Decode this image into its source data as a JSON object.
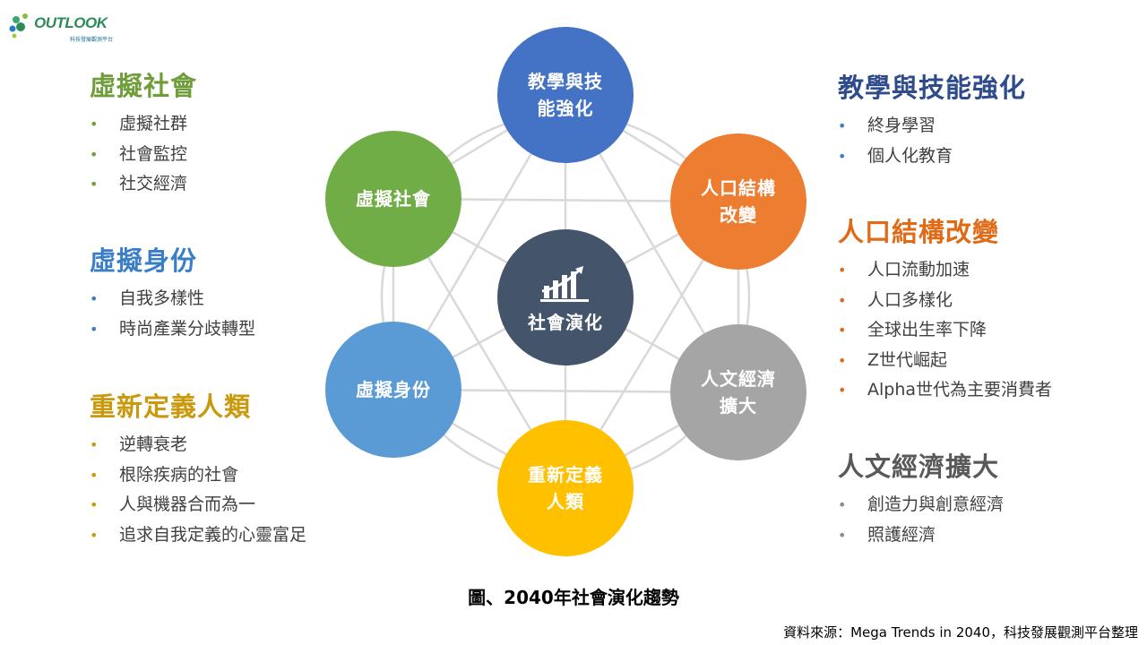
{
  "logo": {
    "wordmark": "OUTLOOK",
    "subtitle": "科技發展觀測平台"
  },
  "diagram": {
    "center": "社會演化",
    "center_icon": "growth-chart-icon",
    "nodes": {
      "teaching": "教學與技\n能強化",
      "population": "人口結構\n改變",
      "humanities": "人文經濟\n擴大",
      "redefine": "重新定義\n人類",
      "identity": "虛擬身份",
      "society": "虛擬社會"
    },
    "colors": {
      "teaching": "#4472c4",
      "population": "#ed7d31",
      "humanities": "#a5a5a5",
      "redefine": "#ffc000",
      "identity": "#5b9bd5",
      "society": "#70ad47",
      "center": "#44546a"
    }
  },
  "sections": {
    "virtual_society": {
      "title": "虛擬社會",
      "items": [
        "虛擬社群",
        "社會監控",
        "社交經濟"
      ]
    },
    "virtual_identity": {
      "title": "虛擬身份",
      "items": [
        "自我多樣性",
        "時尚產業分歧轉型"
      ]
    },
    "redefine_human": {
      "title": "重新定義人類",
      "items": [
        "逆轉衰老",
        "根除疾病的社會",
        "人與機器合而為一",
        "追求自我定義的心靈富足"
      ]
    },
    "teaching": {
      "title": "教學與技能強化",
      "items": [
        "終身學習",
        "個人化教育"
      ]
    },
    "population": {
      "title": "人口結構改變",
      "items": [
        "人口流動加速",
        "人口多樣化",
        "全球出生率下降",
        "Z世代崛起",
        "Alpha世代為主要消費者"
      ]
    },
    "humanities": {
      "title": "人文經濟擴大",
      "items": [
        "創造力與創意經濟",
        "照護經濟"
      ]
    }
  },
  "caption": "圖、2040年社會演化趨勢",
  "source": "資料來源：Mega Trends in 2040，科技發展觀測平台整理"
}
